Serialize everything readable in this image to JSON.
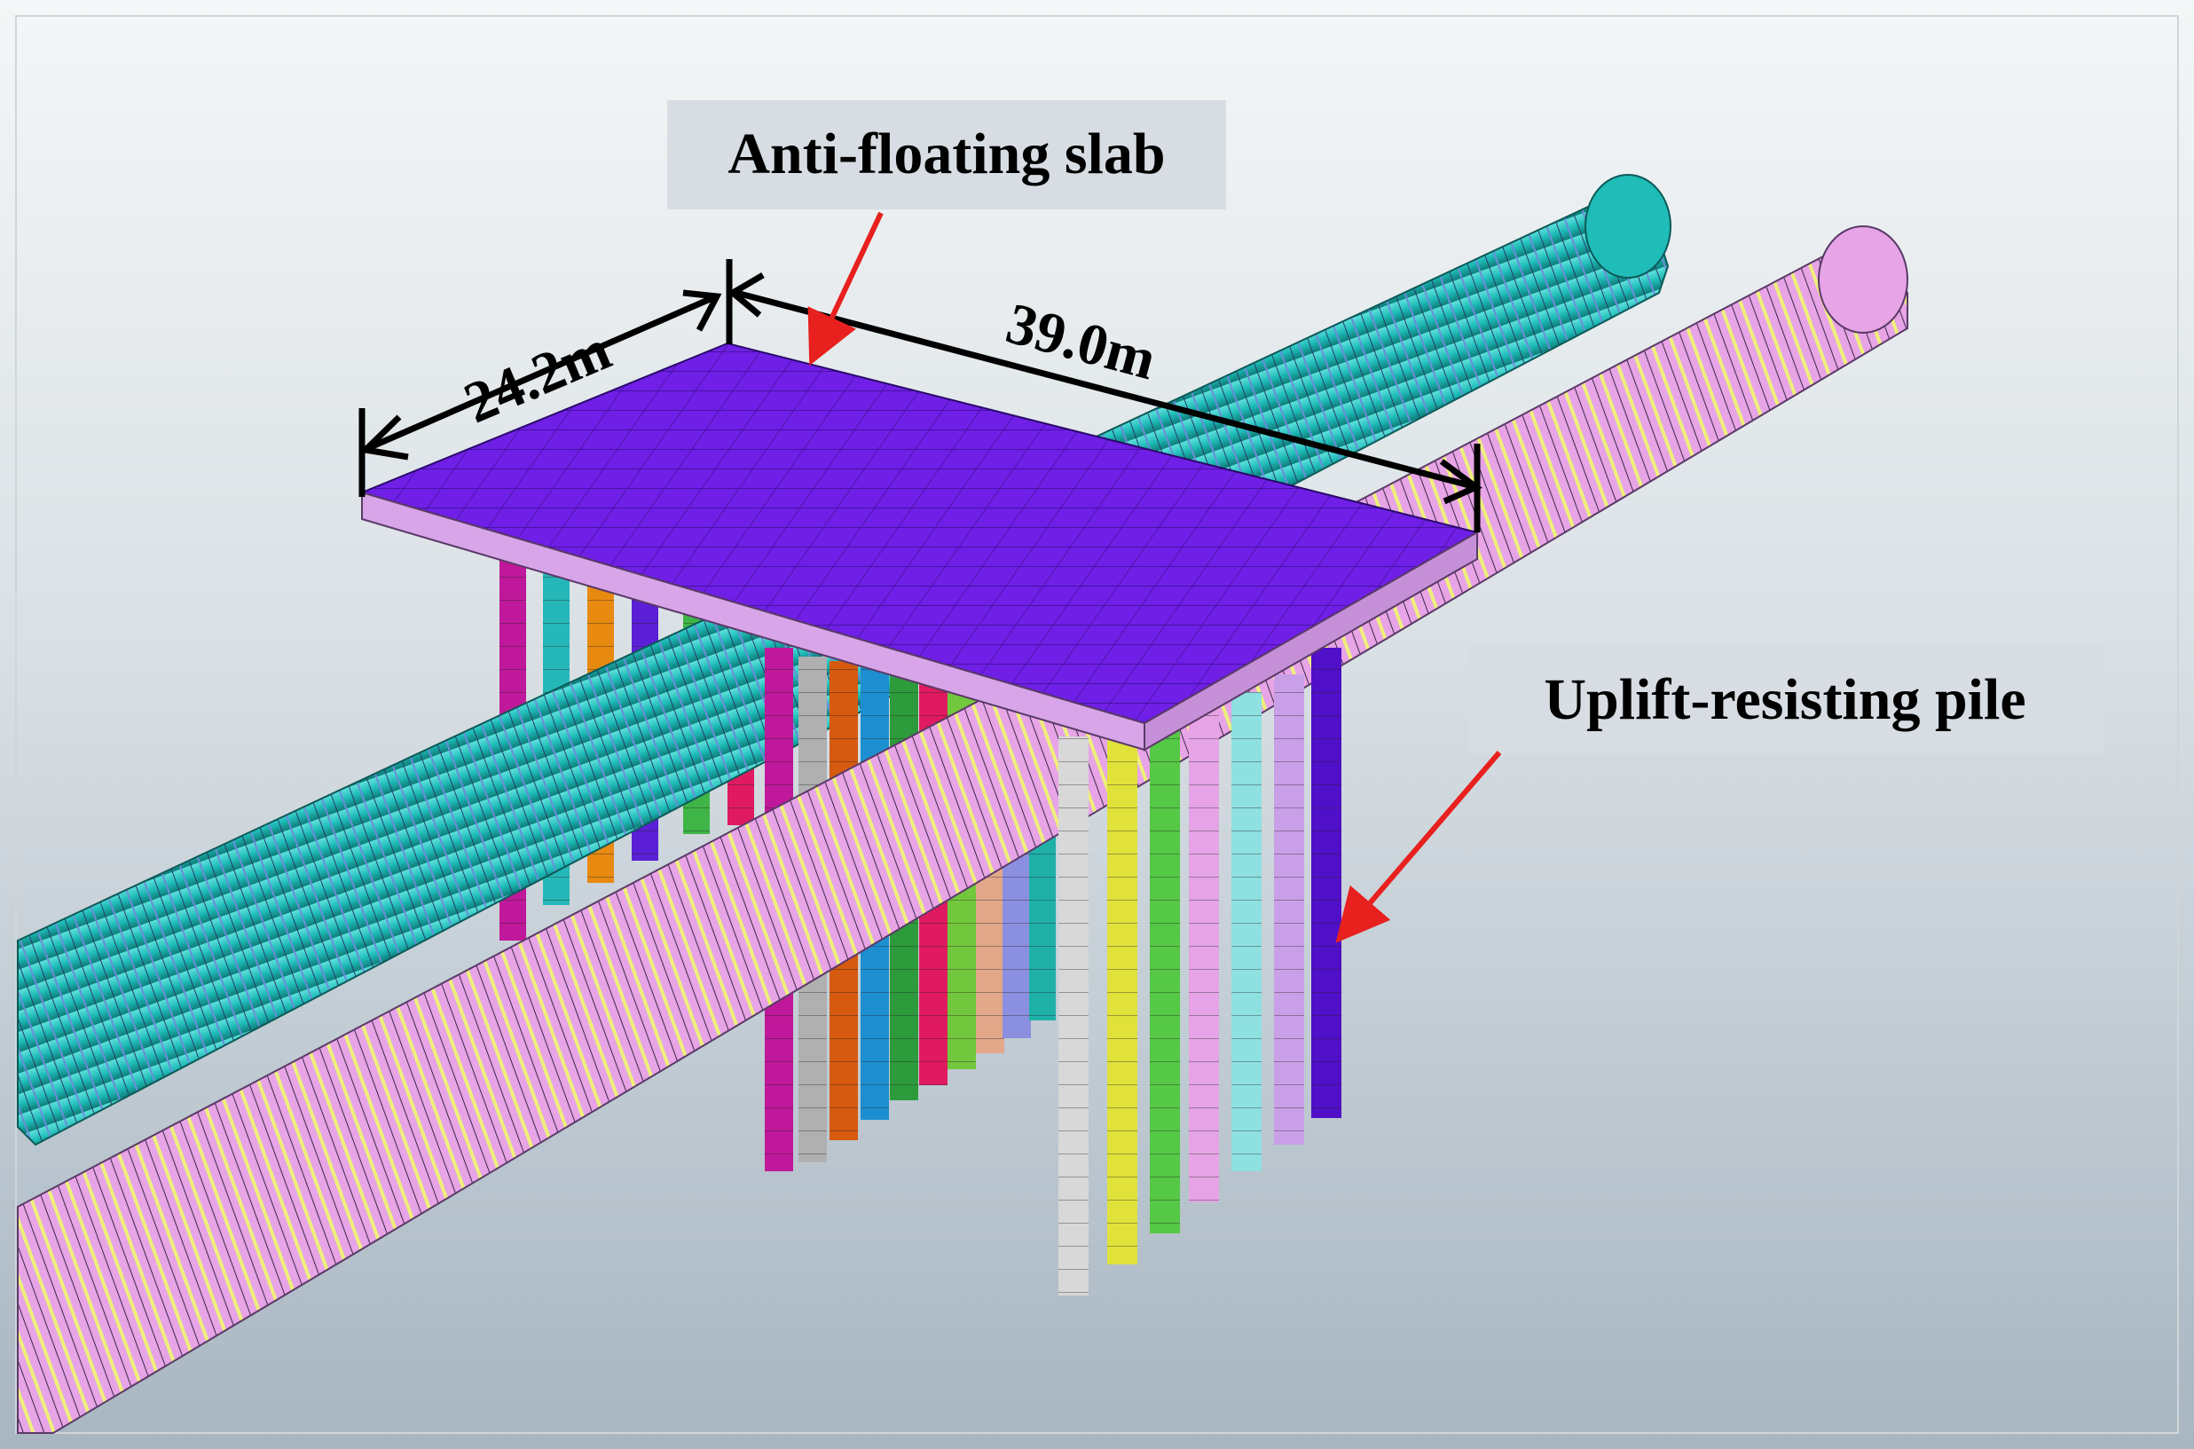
{
  "labels": {
    "slab": "Anti-floating slab",
    "pile": "Uplift-resisting pile"
  },
  "dimensions": {
    "width": "24.2m",
    "length": "39.0m"
  },
  "colors": {
    "slab_top": "#6f1fe6",
    "slab_side": "#d8a6e8",
    "tunnel_cyan": "#1fbcb8",
    "tunnel_pink": "#e7a4e6",
    "tunnel_pink_stripe": "#eef07a",
    "label_box": "#d7dde2",
    "arrow_red": "#e8201e",
    "piles": [
      "#c0189a",
      "#26b8b8",
      "#e88a10",
      "#5a1fd6",
      "#3fb548",
      "#b0b0b0",
      "#d65a10",
      "#1d8fd0",
      "#2d9b3b",
      "#e01a60",
      "#72c83c",
      "#e3a78a",
      "#8b8fe0",
      "#1fb0a8",
      "#d8d8d8",
      "#e0e23a",
      "#55c845",
      "#e6a4e6",
      "#8fe0e0",
      "#c9a0e8",
      "#5010c8"
    ]
  }
}
